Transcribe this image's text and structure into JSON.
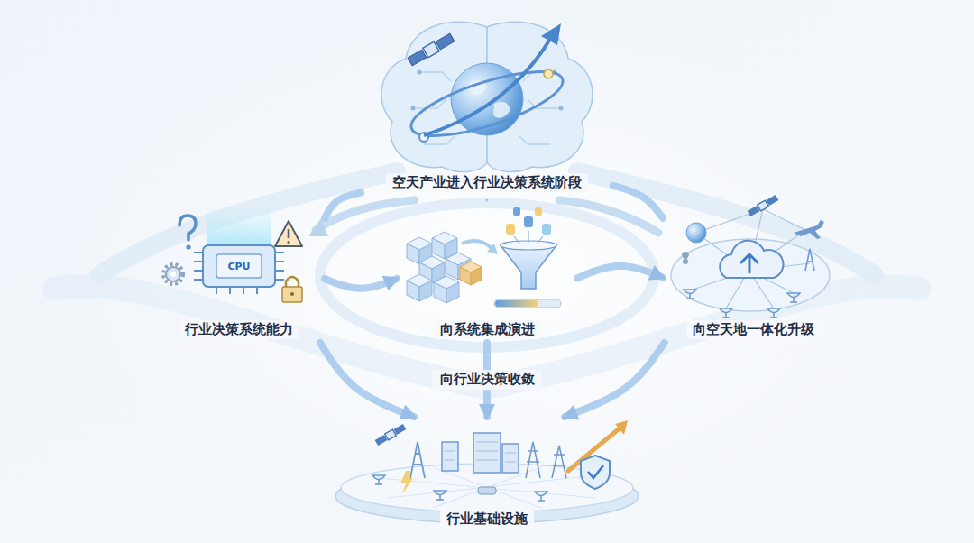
{
  "diagram": {
    "nodes": [
      {
        "text": [
          "空天产业进入行业决策系统阶段"
        ]
      },
      {
        "text": [
          "行业决策系统能力"
        ]
      },
      {
        "text": [
          "向系统集成演进"
        ]
      },
      {
        "text": [
          "向空天地一体化升级"
        ]
      },
      {
        "text": [
          "行业基础设施"
        ]
      }
    ],
    "edges": [
      {
        "from": 0,
        "to": 1,
        "arrow": "none"
      },
      {
        "from": 0,
        "to": 3,
        "arrow": "none"
      },
      {
        "from": 1,
        "to": 2,
        "arrow": "to"
      },
      {
        "from": 2,
        "to": 3,
        "arrow": "to"
      },
      {
        "from": 1,
        "to": 4,
        "arrow": "to"
      },
      {
        "from": 2,
        "to": 4,
        "label": "向行业决策收敛",
        "arrow": "to"
      },
      {
        "from": 3,
        "to": 4,
        "arrow": "to"
      }
    ],
    "labels": [
      "CPU"
    ]
  }
}
